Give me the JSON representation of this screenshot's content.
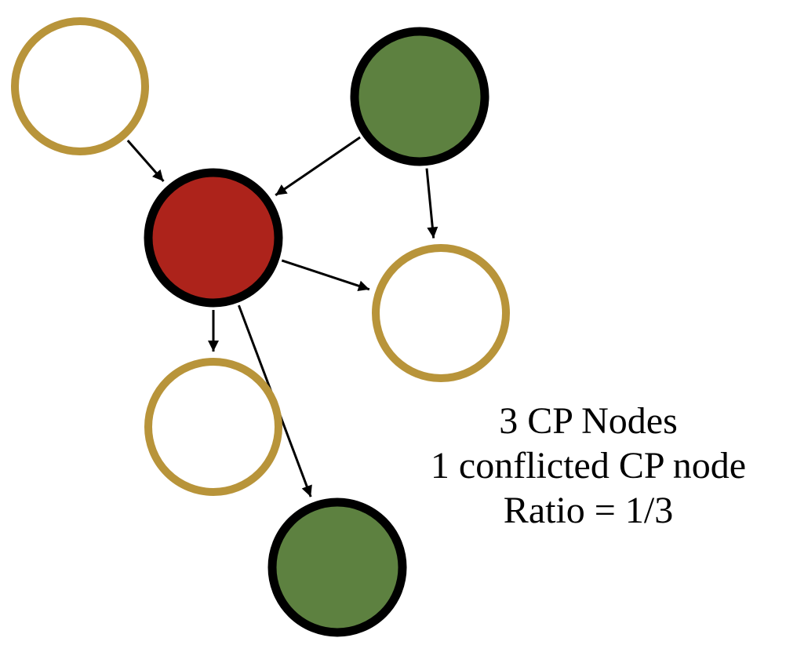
{
  "nodes": [
    {
      "id": "n1",
      "kind": "plain"
    },
    {
      "id": "n2",
      "kind": "cp"
    },
    {
      "id": "n3",
      "kind": "conflicted-cp"
    },
    {
      "id": "n4",
      "kind": "plain"
    },
    {
      "id": "n5",
      "kind": "plain"
    },
    {
      "id": "n6",
      "kind": "cp"
    }
  ],
  "edges": [
    {
      "from": "n1",
      "to": "n3"
    },
    {
      "from": "n2",
      "to": "n3"
    },
    {
      "from": "n2",
      "to": "n4"
    },
    {
      "from": "n3",
      "to": "n4"
    },
    {
      "from": "n3",
      "to": "n5"
    },
    {
      "from": "n3",
      "to": "n6"
    }
  ],
  "colors": {
    "plain_ring": "#b8943a",
    "cp_fill": "#5d8140",
    "conflicted_fill": "#ad231b",
    "cp_ring": "#000000",
    "edge": "#000000"
  },
  "caption": {
    "lines": [
      "3 CP Nodes",
      "1 conflicted CP node",
      "Ratio = 1/3"
    ]
  }
}
